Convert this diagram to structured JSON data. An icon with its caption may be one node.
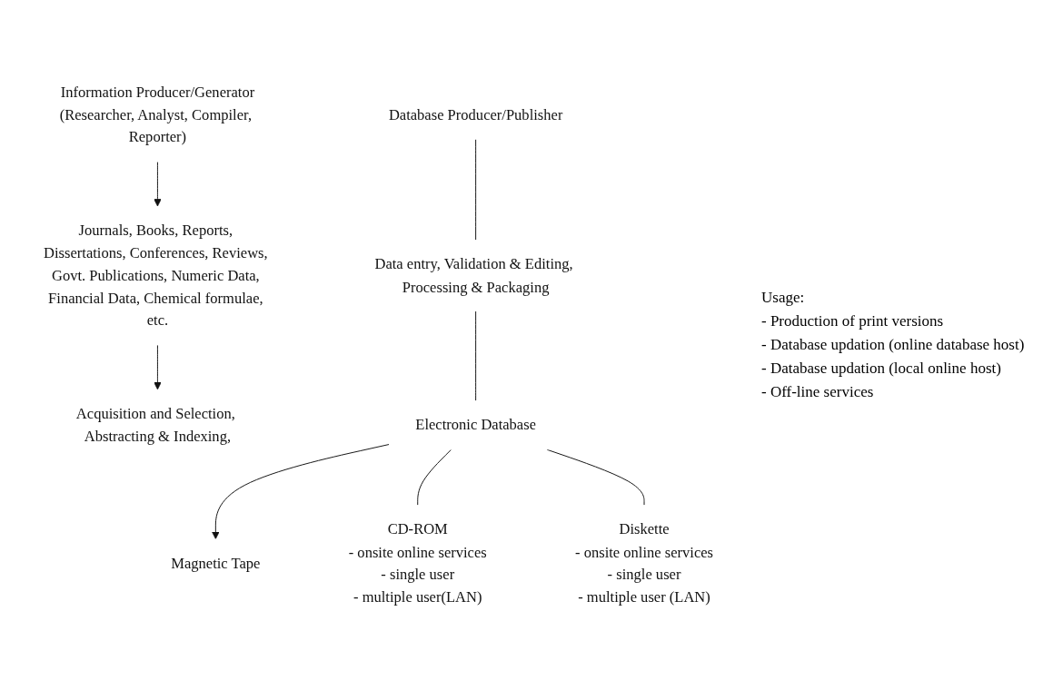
{
  "diagram": {
    "nodes": [
      {
        "text": [
          "Information Producer/Generator",
          "(Researcher, Analyst, Compiler, Reporter)"
        ]
      },
      {
        "text": [
          "Journals, Books, Reports, Dissertations, Conferences, Reviews, Govt. Publications, Numeric Data, Financial Data, Chemical formulae, etc."
        ]
      },
      {
        "text": [
          "Database Producer/Publisher"
        ]
      },
      {
        "text": [
          "Acquisition and Selection, Abstracting & Indexing,"
        ]
      },
      {
        "text": [
          "Data entry, Validation & Editing, Processing & Packaging"
        ]
      },
      {
        "text": [
          "Electronic Database"
        ]
      },
      {
        "text": [
          "Magnetic Tape"
        ]
      },
      {
        "text": [
          "CD-ROM",
          "- onsite online services",
          "- single user",
          "- multiple user(LAN)"
        ]
      },
      {
        "text": [
          "Diskette",
          "- onsite online services",
          "- single user",
          "- multiple user (LAN)"
        ]
      }
    ],
    "edges": [
      {
        "from": 0,
        "to": 1,
        "arrow": "to"
      },
      {
        "from": 1,
        "to": 3,
        "arrow": "to"
      },
      {
        "from": 2,
        "to": 4,
        "arrow": "none"
      },
      {
        "from": 4,
        "to": 5,
        "arrow": "none"
      },
      {
        "from": 5,
        "to": 6,
        "arrow": "to"
      },
      {
        "from": 5,
        "to": 7,
        "arrow": "none"
      },
      {
        "from": 5,
        "to": 8,
        "arrow": "none"
      }
    ],
    "labels": [
      "Usage:",
      "- Production of print versions",
      "- Database updation (online database host)",
      "- Database updation (local online host)",
      "- Off-line services"
    ]
  }
}
